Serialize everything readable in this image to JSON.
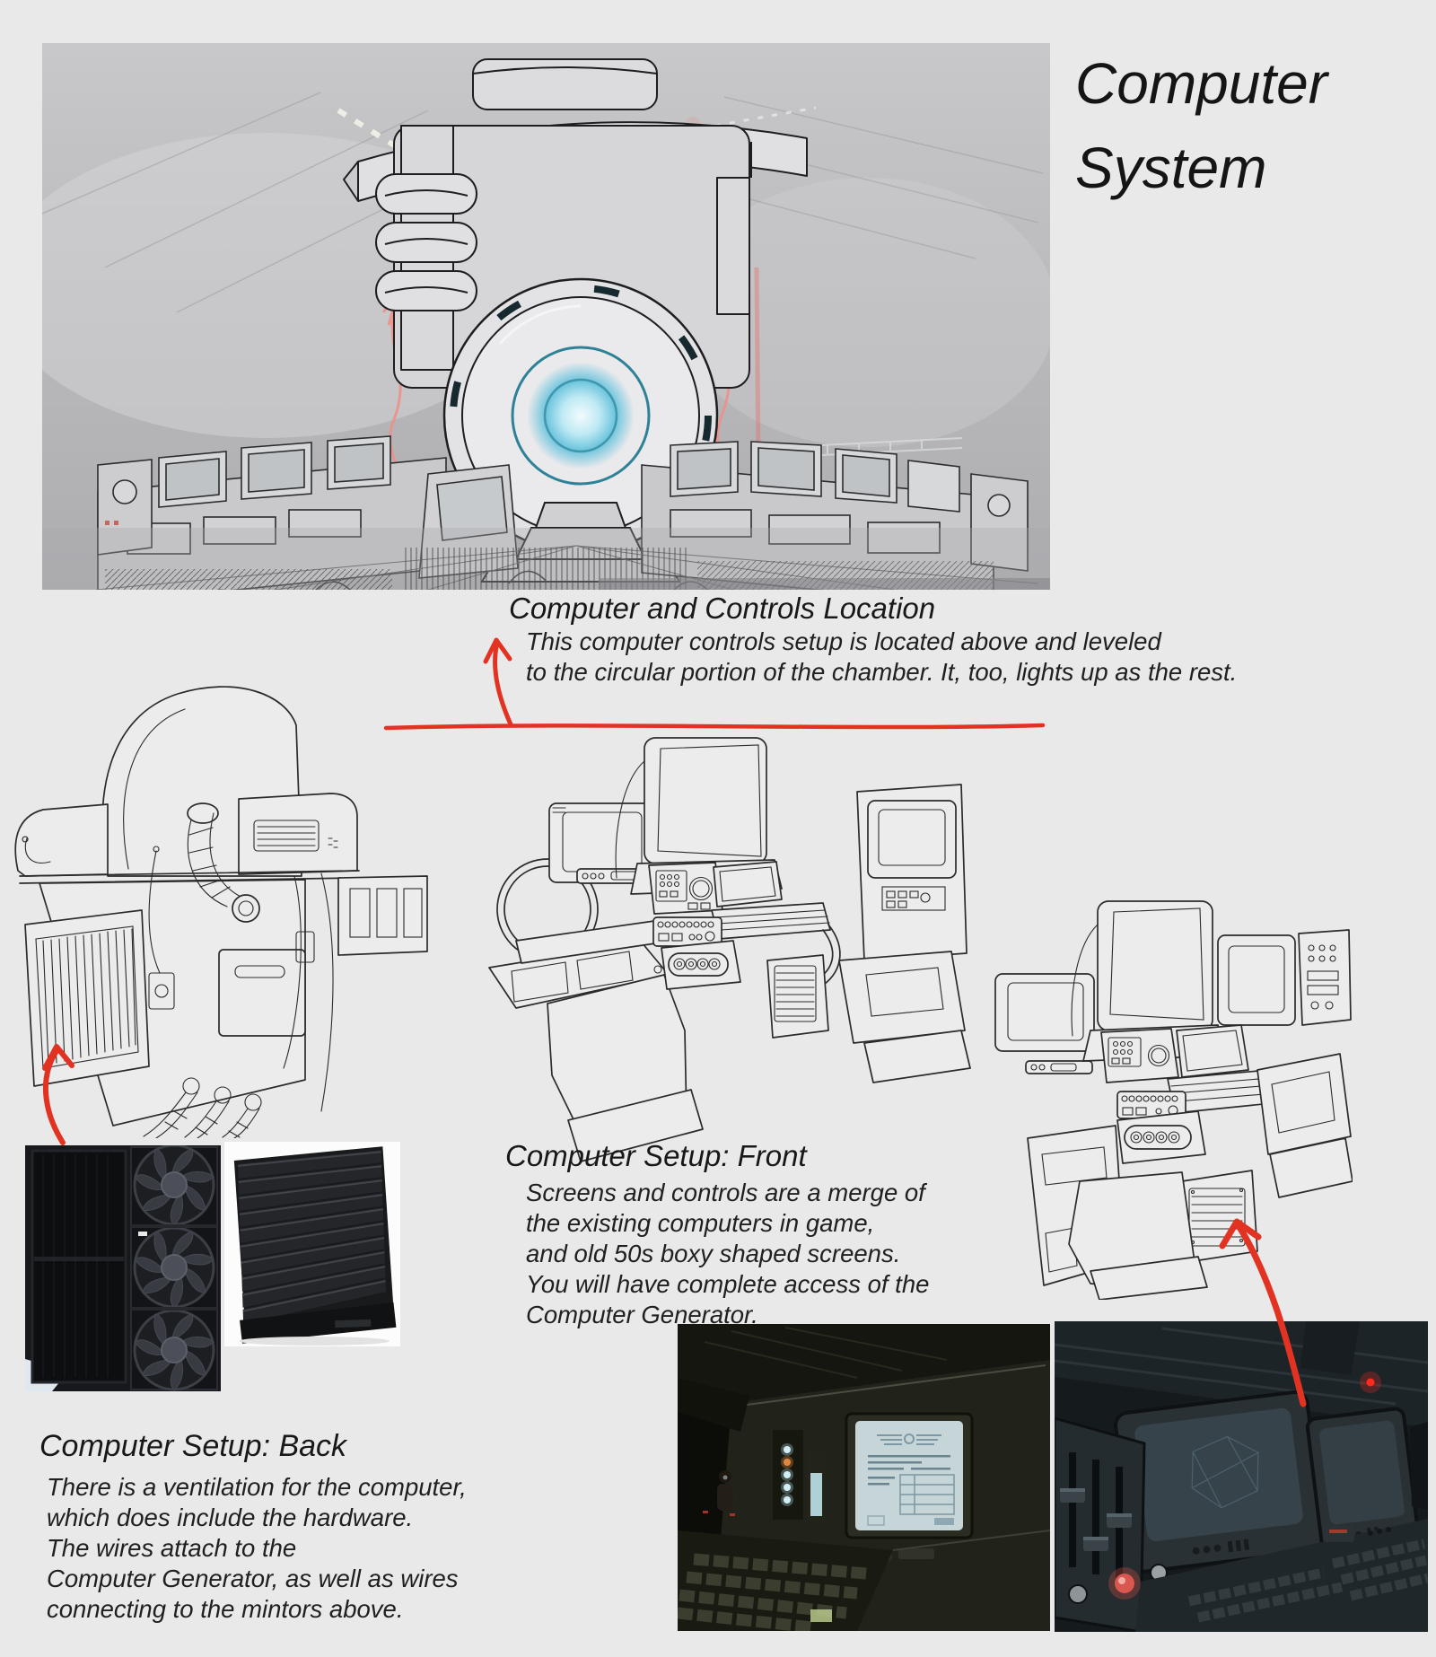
{
  "page": {
    "background": "#e9e9e9",
    "accent_red": "#e23322",
    "ink": "#1c1c1c",
    "lens_glow_blue": "#8fd9ee",
    "terminal_screen_glow": "#c6d6d8"
  },
  "title": {
    "lines": [
      "Computer",
      "System"
    ]
  },
  "sections": {
    "location": {
      "heading": "Computer and Controls Location",
      "body_lines": [
        "This computer controls setup is located above and leveled",
        "to the circular portion of the chamber. It, too, lights up as the rest."
      ]
    },
    "front": {
      "heading": "Computer Setup: Front",
      "body_lines": [
        "Screens and controls are a merge of",
        "the existing computers in game,",
        "and old 50s boxy shaped screens.",
        "You will have complete access of the",
        "Computer Generator."
      ]
    },
    "back": {
      "heading": "Computer Setup: Back",
      "body_lines": [
        "There is a ventilation for the computer,",
        "which does include the hardware.",
        "The wires attach to the",
        "Computer Generator, as well as wires",
        "connecting to the mintors above."
      ]
    }
  },
  "figures": {
    "hero": "chamber-concept-sketch",
    "back_view": "console-back-line-drawing",
    "front_view": "console-front-line-drawing",
    "angle_view": "console-angle-line-drawing",
    "photo_pc_case": "pc-case-fans-photo",
    "photo_grille": "ventilation-louver-photo",
    "photo_terminal_left": "retro-terminal-screen-photo",
    "photo_terminal_right": "retro-terminal-monitors-photo"
  },
  "annotations": {
    "icons": [
      "up-arrow-icon",
      "underline-rule-icon",
      "up-arrow-icon",
      "up-arrow-icon"
    ]
  }
}
